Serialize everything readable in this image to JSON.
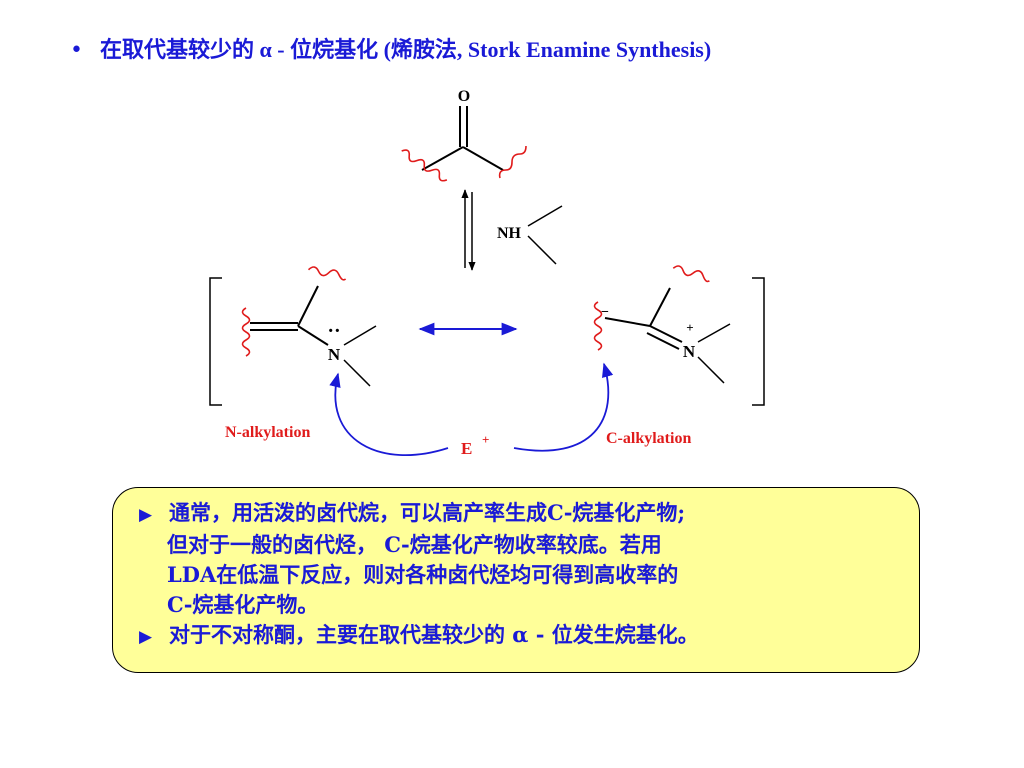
{
  "header": {
    "bullet": "•",
    "title": "在取代基较少的 α - 位烷基化 (烯胺法, Stork Enamine Synthesis)"
  },
  "scheme": {
    "carbonyl_oxygen": "O",
    "amine_reagent": "NH",
    "enamine_nitrogen": "N",
    "lone_pair": "··",
    "iminium_nitrogen": "N",
    "iminium_charge": "+",
    "carbanion_charge": "−",
    "electrophile": "E",
    "electrophile_charge": "+",
    "n_alkylation_label": "N-alkylation",
    "c_alkylation_label": "C-alkylation",
    "colors": {
      "bond_black": "#000000",
      "wavy_red": "#e01b1b",
      "arrow_blue": "#1a1ad6",
      "label_red": "#e01b1b"
    }
  },
  "notes": {
    "marker": "▶",
    "line1": "通常，用活泼的卤代烷，可以高产率生成C-烷基化产物;",
    "line2": "但对于一般的卤代烃， C-烷基化产物收率较底。若用",
    "line3": "LDA在低温下反应，则对各种卤代烃均可得到高收率的",
    "line4": "C-烷基化产物。",
    "line5": "对于不对称酮，主要在取代基较少的 α - 位发生烷基化。"
  }
}
